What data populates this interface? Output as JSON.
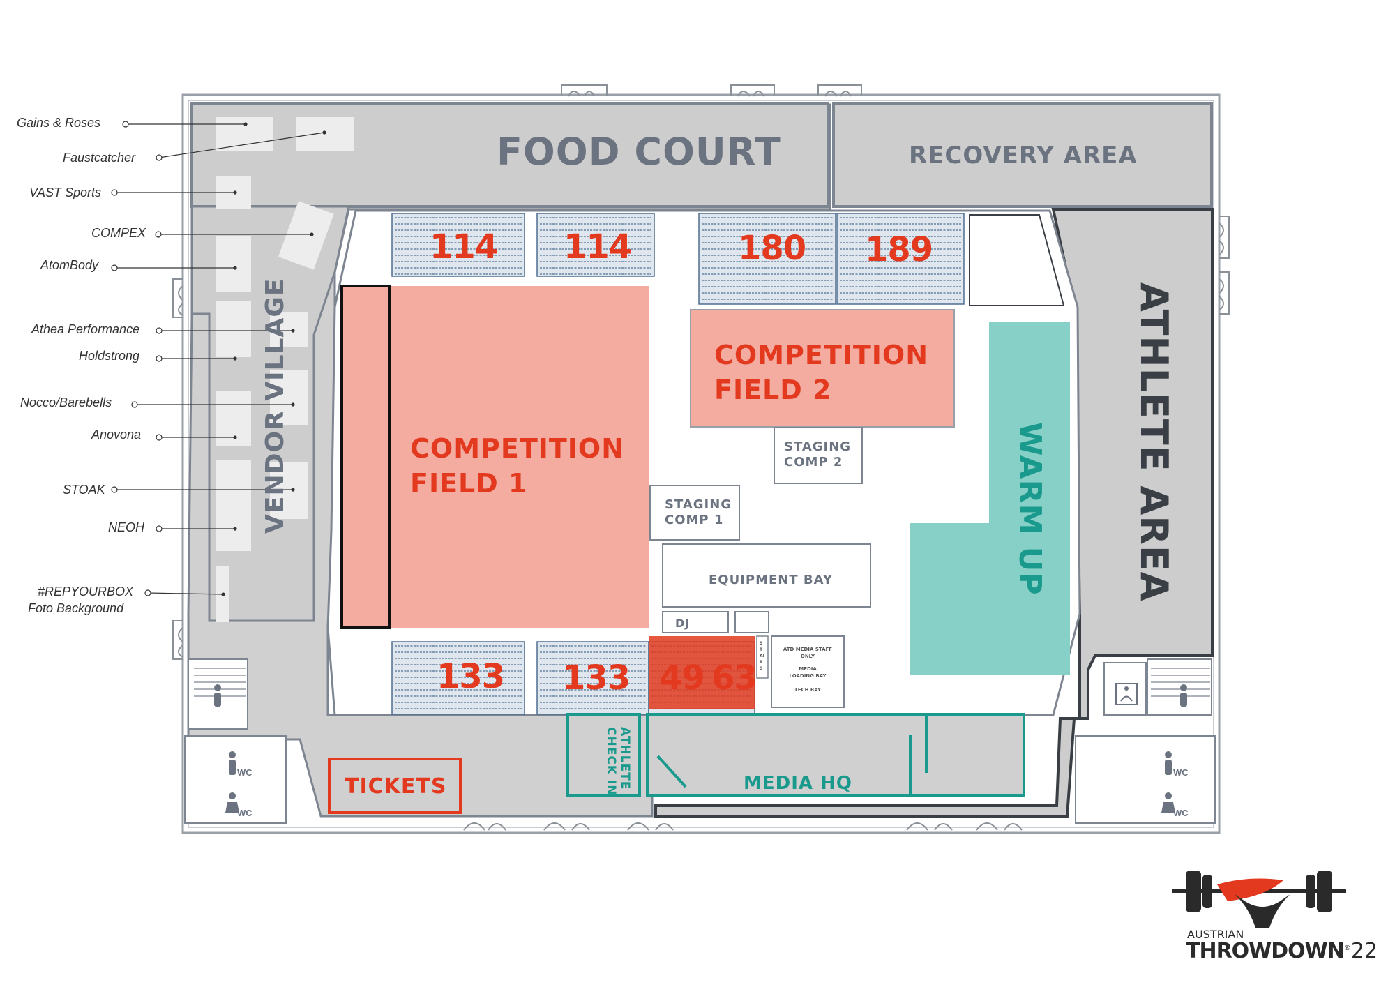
{
  "colors": {
    "wall": "#7d8590",
    "area_gray": "#cdcdcd",
    "label_gray": "#6b7380",
    "field_salmon": "#f4aba0",
    "red": "#e2391f",
    "teal": "#1a9a8c",
    "warmup_teal": "#86d0c8",
    "seat_blue": "#4e6f91"
  },
  "areas": {
    "food_court": "FOOD COURT",
    "recovery_area": "RECOVERY AREA",
    "athlete_area": "ATHLETE AREA",
    "vendor_village": "VENDOR VILLAGE",
    "warm_up": "WARM UP",
    "competition_field_1": [
      "COMPETITION",
      "FIELD 1"
    ],
    "competition_field_2": [
      "COMPETITION",
      "FIELD 2"
    ],
    "staging_comp_1": [
      "STAGING",
      "COMP 1"
    ],
    "staging_comp_2": [
      "STAGING",
      "COMP 2"
    ],
    "equipment_bay": "EQUIPMENT BAY",
    "dj": "DJ",
    "media_hq": "MEDIA HQ",
    "athlete_check_in": [
      "ATHLETE",
      "CHECK IN"
    ],
    "tickets": "TICKETS",
    "stairs": "STAIRS",
    "media_box": [
      "ATD MEDIA STAFF",
      "ONLY",
      "MEDIA",
      "LOADING BAY",
      "TECH BAY"
    ],
    "wc": "WC"
  },
  "sections": {
    "top_left_a": "114",
    "top_left_b": "114",
    "top_right_a": "180",
    "top_right_b": "189",
    "bottom_a": "133",
    "bottom_b": "133",
    "bottom_red_a": "49",
    "bottom_red_b": "63"
  },
  "vendors": [
    "Gains & Roses",
    "Faustcatcher",
    "VAST Sports",
    "COMPEX",
    "AtomBody",
    "Athea Performance",
    "Holdstrong",
    "Nocco/Barebells",
    "Anovona",
    "STOAK",
    "NEOH",
    "#REPYOURBOX",
    "Foto Background"
  ],
  "logo": {
    "line1": "AUSTRIAN",
    "line2": "THROWDOWN",
    "year": "22",
    "mark": "®"
  },
  "icons": [
    "wc-person-icon",
    "elevator-icon",
    "staircase-icon",
    "barbell-athlete-logo"
  ]
}
